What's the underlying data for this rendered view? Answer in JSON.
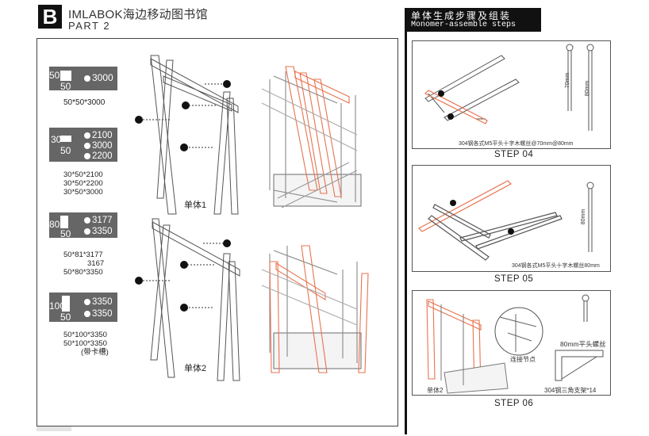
{
  "header": {
    "badge": "B",
    "title": "IMLABOK海边移动图书馆",
    "part": "PART 2"
  },
  "legend": [
    {
      "big": "50",
      "small": "50",
      "values": [
        "3000"
      ],
      "specs": [
        "50*50*3000"
      ]
    },
    {
      "big": "30",
      "small": "50",
      "values": [
        "2100",
        "3000",
        "2200"
      ],
      "specs": [
        "30*50*2100",
        "30*50*2200",
        "30*50*3000"
      ]
    },
    {
      "big": "80",
      "small": "50",
      "values": [
        "3177",
        "3350"
      ],
      "specs": [
        "50*81*3177",
        "3167",
        "50*80*3350"
      ]
    },
    {
      "big": "100",
      "small": "50",
      "values": [
        "3350",
        "3350"
      ],
      "specs": [
        "50*100*3350",
        "50*100*3350",
        "(带卡槽)"
      ]
    }
  ],
  "units": {
    "unit1": "单体1",
    "unit2": "单体2"
  },
  "right_header": {
    "cn": "单体生成步骤及组装",
    "en": "Monomer-assemble steps"
  },
  "steps": [
    {
      "label": "STEP 04",
      "note": "304钢各式M5平头十字木螺丝@70mm@80mm",
      "dim1": "70mm",
      "dim2": "80mm"
    },
    {
      "label": "STEP 05",
      "note": "304钢各式M5平头十字木螺丝80mm",
      "dim1": "80mm"
    },
    {
      "label": "STEP 06",
      "unit": "单体2",
      "detail": "连接节点",
      "screw": "80mm平头螺丝",
      "bracket": "304钢三角支架*14"
    }
  ],
  "colors": {
    "accent": "#e8734f",
    "frame": "#555555",
    "panel_gray": "#666666"
  }
}
